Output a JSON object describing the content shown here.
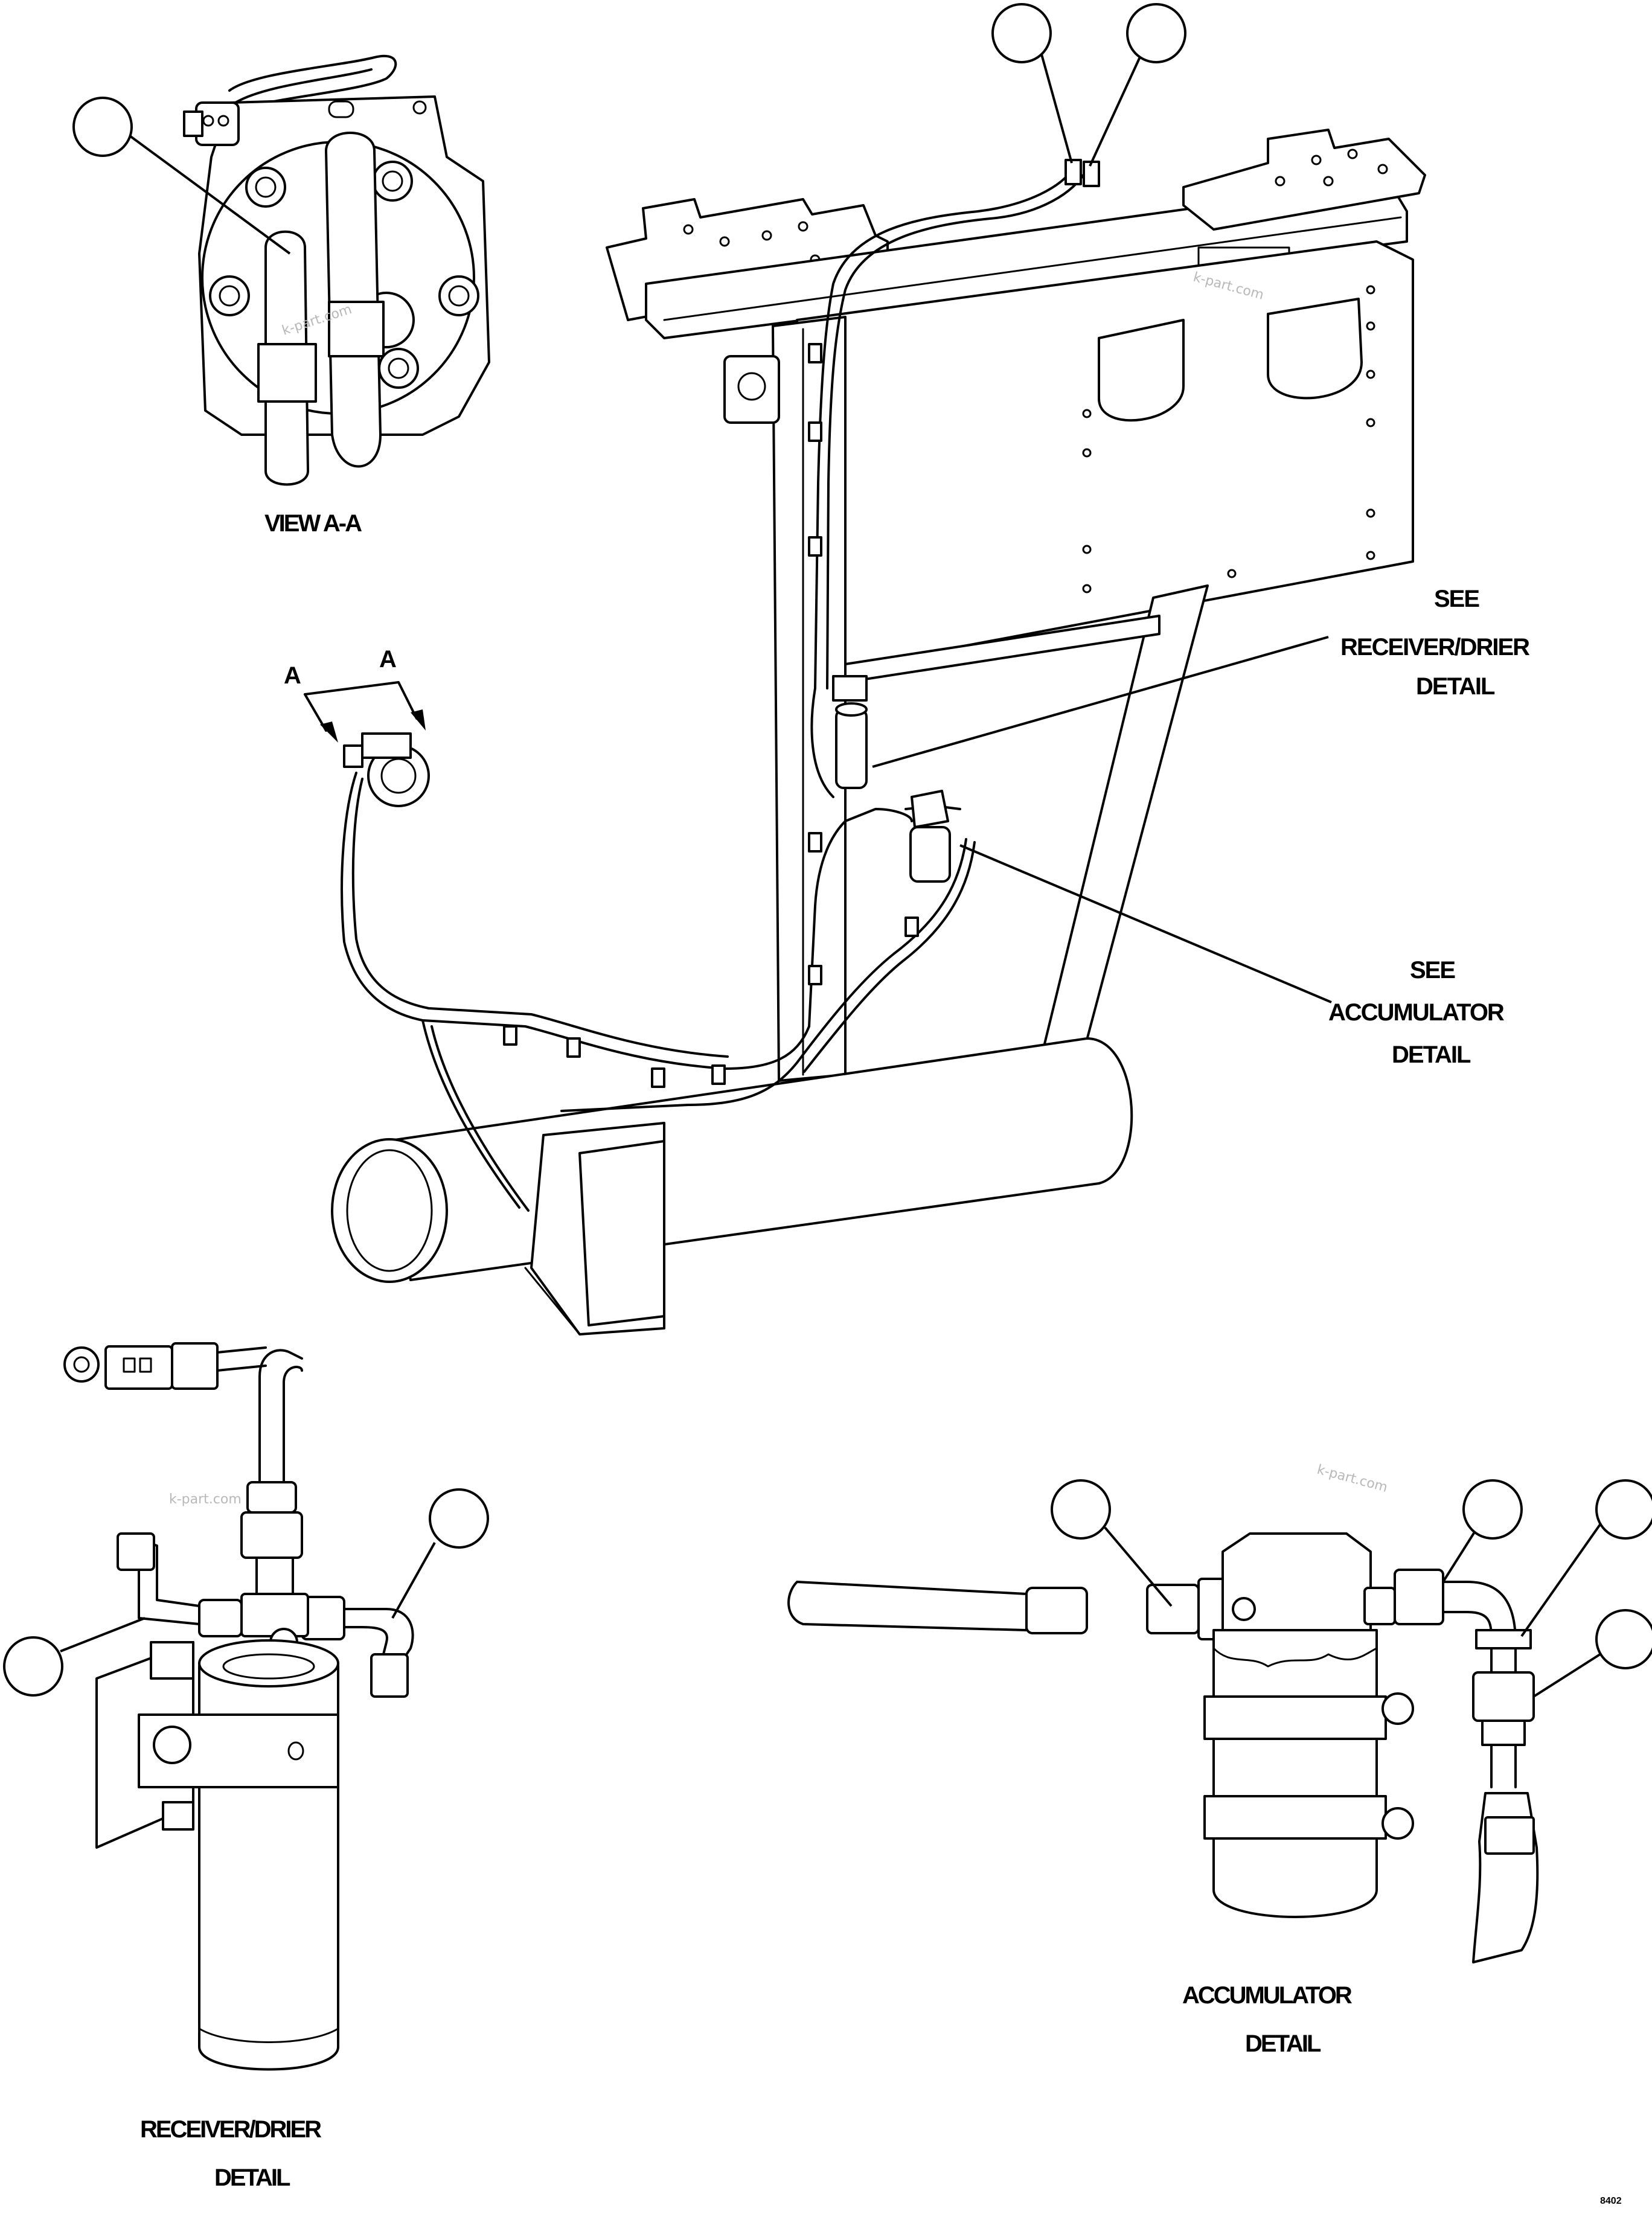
{
  "diagram": {
    "labels": {
      "view_aa": "VIEW A-A",
      "section_left": "A",
      "section_right": "A",
      "see_receiver_see": "SEE",
      "see_receiver_name": "RECEIVER/DRIER",
      "see_receiver_detail": "DETAIL",
      "see_accum_see": "SEE",
      "see_accum_name": "ACCUMULATOR",
      "see_accum_detail": "DETAIL",
      "receiver_title": "RECEIVER/DRIER",
      "receiver_detail": "DETAIL",
      "accum_title": "ACCUMULATOR",
      "accum_detail": "DETAIL",
      "figure_code": "8402"
    },
    "watermarks": [
      "k-part.com",
      "k-part.com",
      "k-part.com",
      "k-part.com"
    ]
  }
}
